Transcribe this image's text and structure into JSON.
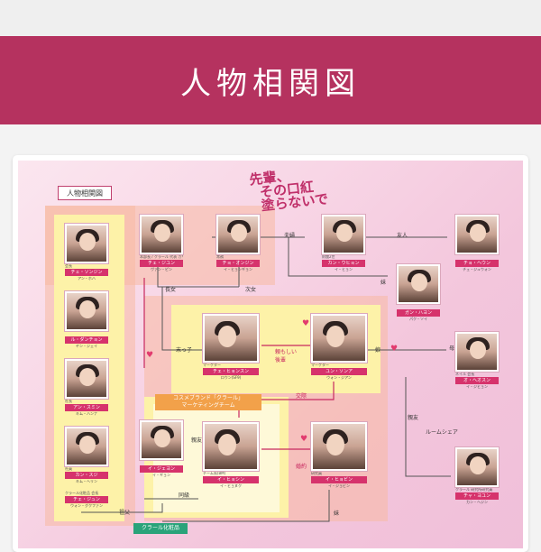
{
  "page": {
    "banner_title": "人物相関図"
  },
  "chart": {
    "label": "人物相関図",
    "logo_line1": "先輩、",
    "logo_line2": "その口紅",
    "logo_line3": "塗らないで",
    "org_tag_line1": "コスメブランド「クラール」",
    "org_tag_line2": "マーケティングチーム",
    "company_tag": "クラール化粧品"
  },
  "people": {
    "p1": {
      "role": "会長",
      "name": "チェ・ソンジン",
      "actor": "アン・ホハ"
    },
    "p2": {
      "role": "本部長 / クラール 代表 カサバ",
      "name": "チェ・ジユン",
      "actor": "ヴァン・ピン"
    },
    "p3": {
      "role": "常務",
      "name": "チョ・オンジン",
      "actor": "イ・ヒョンギョン"
    },
    "p4": {
      "role": "",
      "name": "ル・ダンチョン",
      "actor": "ヤン・ジェイ"
    },
    "p5": {
      "role": "社長",
      "name": "アン・スミン",
      "actor": "キム・ハンナ"
    },
    "p6": {
      "role": "社員",
      "name": "カン・スジ",
      "actor": "キム・ヘリン"
    },
    "p7": {
      "role": "クラール化粧品 会長",
      "name": "チェ・ジュン",
      "actor": "ウォン・グクファン"
    },
    "p8": {
      "role": "",
      "name": "イ・ジェヨン",
      "actor": "イ・ギョン"
    },
    "p9": {
      "role": "マーケター",
      "name": "チェ・ヒョンスン",
      "actor": "ロウン(SF9)"
    },
    "p10": {
      "role": "マーケター",
      "name": "ユン・ソンア",
      "actor": "ウォン・ジアン"
    },
    "p11": {
      "role": "チーム長(BM)",
      "name": "イ・ヒョシン",
      "actor": "イ・ヒョヌク"
    },
    "p12": {
      "role": "研究員",
      "name": "イ・ヒョビン",
      "actor": "イ・ジョビン"
    },
    "p13": {
      "role": "財閥2世",
      "name": "カン・ウヒョン",
      "actor": "イ・ヒョン"
    },
    "p14": {
      "role": "",
      "name": "チョ・ヘウン",
      "actor": "チェ・ジュウォン"
    },
    "p15": {
      "role": "",
      "name": "ガン・ハヨン",
      "actor": "パク・ソイ"
    },
    "p16": {
      "role": "ネイル 会長",
      "name": "オ・ヘオスン",
      "actor": "イ・ジヒョン"
    },
    "p17": {
      "role": "クラール 研究所研究員",
      "name": "チャ・ヨユン",
      "actor": "カン・ヘジン"
    }
  },
  "relations": {
    "fufu": "夫婦",
    "yuujin": "友人",
    "chojo": "長女",
    "jijo": "次女",
    "imouto": "妹",
    "sueko": "末っ子",
    "sanran": "頼もしい\n後輩",
    "musume": "娘",
    "haha": "母",
    "koukan": "交際",
    "shinyu": "親友",
    "roomshare": "ルームシェア",
    "shinyu2": "親友",
    "kyoukai": "婚約",
    "doukyu": "同級",
    "sofu": "祖父",
    "imouto2": "妹"
  }
}
